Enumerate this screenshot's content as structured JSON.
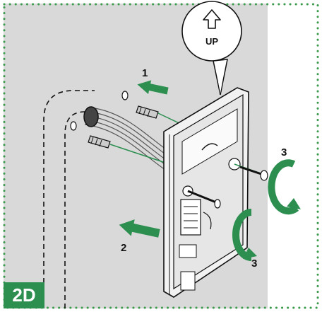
{
  "diagram": {
    "badge_label": "2D",
    "up_label": "UP",
    "steps": [
      "1",
      "2",
      "3",
      "3"
    ]
  },
  "colors": {
    "background": "#d9d9d9",
    "arrow_green": "#2c8f50",
    "border_dots": "#3a9a4c"
  },
  "icons": [
    "up-arrow-icon",
    "rotate-clockwise-icon"
  ]
}
